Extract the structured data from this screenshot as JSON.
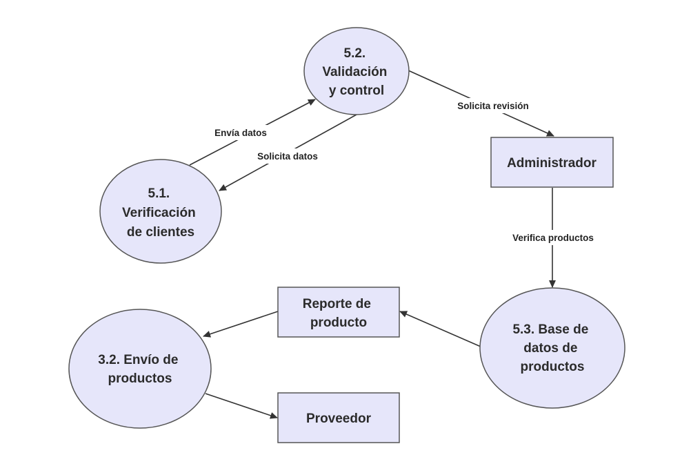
{
  "nodes": {
    "n52": {
      "lines": [
        "5.2.",
        "Validación",
        "y control"
      ]
    },
    "n51": {
      "lines": [
        "5.1.",
        "Verificación",
        "de clientes"
      ]
    },
    "admin": {
      "lines": [
        "Administrador"
      ]
    },
    "n53": {
      "lines": [
        "5.3. Base de",
        "datos de",
        "productos"
      ]
    },
    "reporte": {
      "lines": [
        "Reporte de",
        "producto"
      ]
    },
    "n32": {
      "lines": [
        "3.2. Envío de",
        "productos"
      ]
    },
    "proveedor": {
      "lines": [
        "Proveedor"
      ]
    }
  },
  "edges": {
    "envia_datos": "Envía datos",
    "solicita_datos": "Solicita datos",
    "solicita_revision": "Solicita revisión",
    "verifica_productos": "Verifica productos"
  },
  "colors": {
    "node_fill": "#e6e6fa",
    "node_stroke": "#555555",
    "edge": "#333333"
  }
}
